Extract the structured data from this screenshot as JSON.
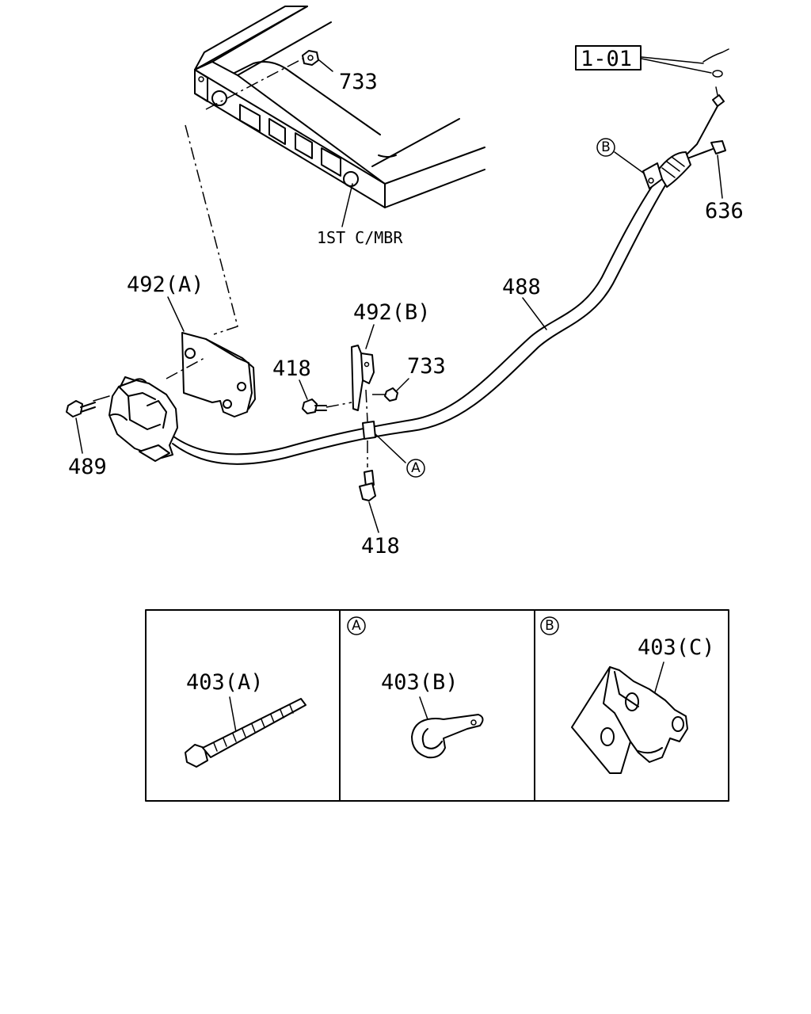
{
  "ref_box": "1-01",
  "labels": {
    "nut_top": "733",
    "crossmember": "1ST C/MBR",
    "bolt_636": "636",
    "cable": "488",
    "bracket_a": "492(A)",
    "bracket_b": "492(B)",
    "bolt_418_upper": "418",
    "nut_mid": "733",
    "bolt_489": "489",
    "bolt_418_lower": "418"
  },
  "callouts": {
    "a": "A",
    "b": "B"
  },
  "panels": [
    {
      "tag": "",
      "part": "403(A)"
    },
    {
      "tag": "A",
      "part": "403(B)"
    },
    {
      "tag": "B",
      "part": "403(C)"
    }
  ]
}
